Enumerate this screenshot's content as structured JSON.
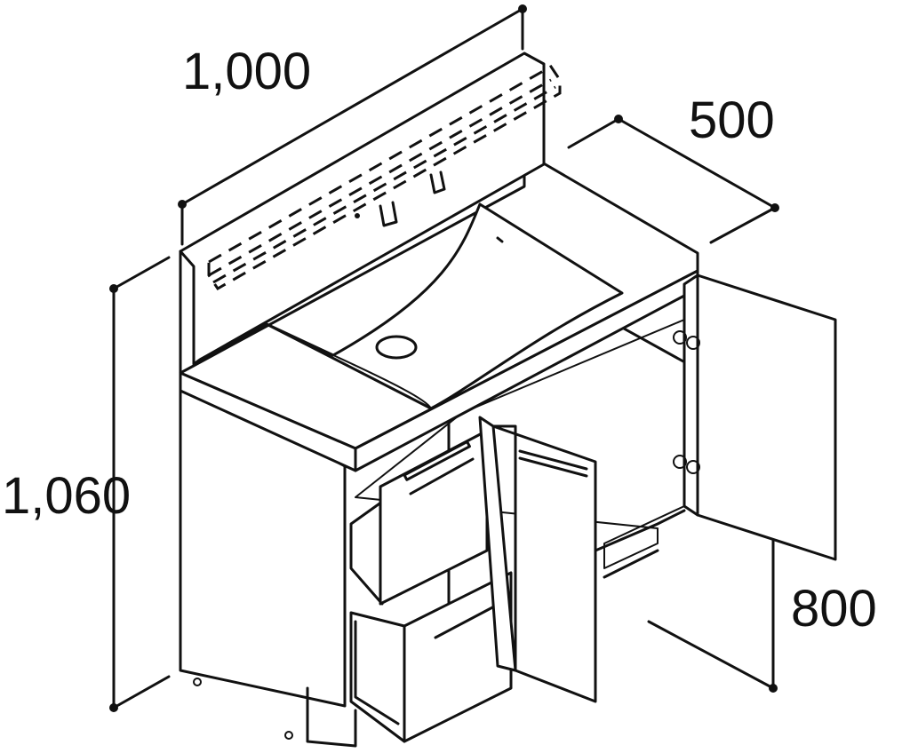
{
  "dimensions": {
    "width": "1,000",
    "depth": "500",
    "total_height": "1,060",
    "counter_height": "800"
  }
}
